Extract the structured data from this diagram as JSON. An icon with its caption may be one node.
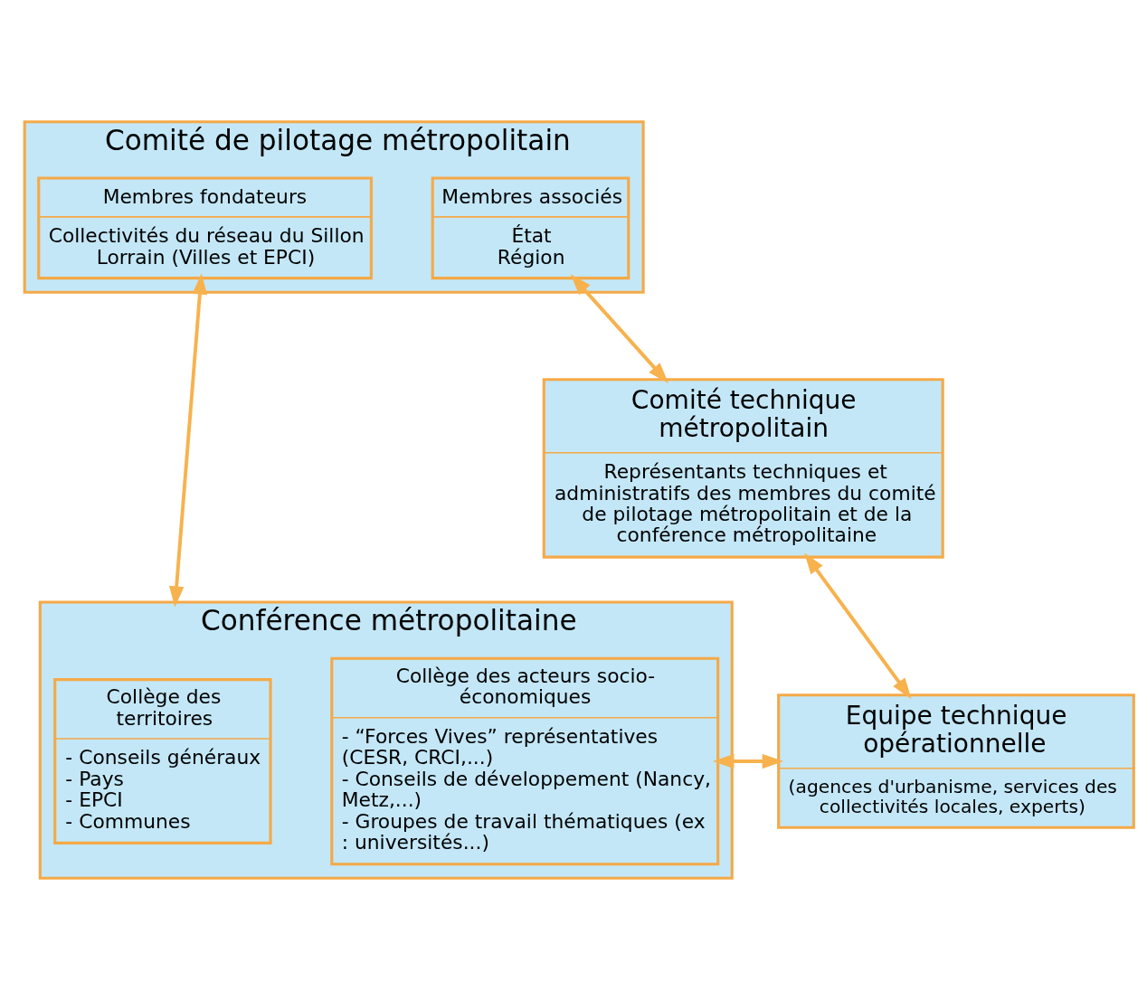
{
  "diagram": {
    "nodes": [
      {
        "text": [
          "Comité de pilotage métropolitain"
        ]
      },
      {
        "text": [
          "Membres fondateurs",
          "Collectivités du réseau du Sillon Lorrain (Villes et EPCI)"
        ],
        "in": 0
      },
      {
        "text": [
          "Membres associés",
          "État",
          "Région"
        ],
        "in": 0
      },
      {
        "text": [
          "Conférence métropolitaine"
        ]
      },
      {
        "text": [
          "Collège des territoires",
          "- Conseils généraux",
          "- Pays",
          "- EPCI",
          "- Communes"
        ],
        "in": 3
      },
      {
        "text": [
          "Collège des acteurs socio-économiques",
          "- “Forces Vives” représentatives (CESR, CRCI,...)",
          "- Conseils de développement (Nancy, Metz,...)",
          "- Groupes de travail thématiques (ex : universités...)"
        ],
        "in": 3
      },
      {
        "text": [
          "Comité technique métropolitain",
          "Représentants techniques et administratifs des membres du comité de pilotage métropolitain et de la conférence métropolitaine"
        ]
      },
      {
        "text": [
          "Equipe technique opérationnelle",
          "(agences d'urbanisme, services des collectivités locales, experts)"
        ]
      }
    ],
    "edges": [
      {
        "from": 6,
        "to": 2,
        "arrow": "both"
      },
      {
        "from": 1,
        "to": 3,
        "arrow": "both"
      },
      {
        "from": 6,
        "to": 7,
        "arrow": "both"
      },
      {
        "from": 5,
        "to": 7,
        "arrow": "both"
      }
    ]
  }
}
